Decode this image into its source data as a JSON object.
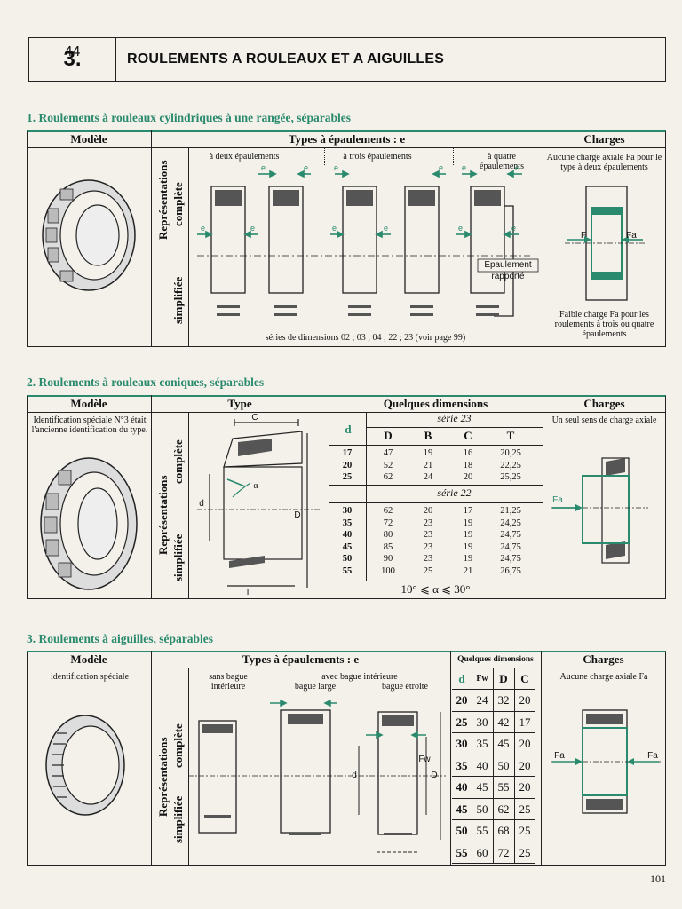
{
  "header": {
    "number_big": "3.",
    "number_small": "44",
    "title": "ROULEMENTS A ROULEAUX ET A AIGUILLES"
  },
  "section1": {
    "title": "1. Roulements à rouleaux cylindriques à une rangée, séparables",
    "col_model": "Modèle",
    "col_types": "Types à épaulements : e",
    "col_charges": "Charges",
    "rep_complete": "complète",
    "rep_representations": "Représentations",
    "rep_simplifiee": "simplifiée",
    "type_a": "à deux épaulements",
    "type_b": "à trois épaulements",
    "type_c": "à quatre épaulements",
    "epaulement_label": "Epaulement",
    "rapporte_label": "rapporté",
    "e_letter": "e",
    "series_note": "séries de dimensions 02 ; 03 ; 04 ; 22 ; 23 (voir page 99)",
    "charges_top": "Aucune charge axiale Fa pour le type à deux épaulements",
    "charges_bottom": "Faible charge Fa pour les roulements à trois ou quatre épaulements",
    "force_label": "F",
    "force_label_a": "Fa"
  },
  "section2": {
    "title": "2. Roulements à rouleaux coniques, séparables",
    "col_model": "Modèle",
    "col_type": "Type",
    "col_dims": "Quelques dimensions",
    "col_charges": "Charges",
    "model_note": "Identification spéciale N°3 était l'ancienne identification du type.",
    "serie23": "série 23",
    "serie22": "série 22",
    "col_d": "d",
    "headers": [
      "D",
      "B",
      "C",
      "T"
    ],
    "rows23": [
      [
        "17",
        "47",
        "19",
        "16",
        "20,25"
      ],
      [
        "20",
        "52",
        "21",
        "18",
        "22,25"
      ],
      [
        "25",
        "62",
        "24",
        "20",
        "25,25"
      ]
    ],
    "rows22": [
      [
        "30",
        "62",
        "20",
        "17",
        "21,25"
      ],
      [
        "35",
        "72",
        "23",
        "19",
        "24,25"
      ],
      [
        "40",
        "80",
        "23",
        "19",
        "24,75"
      ],
      [
        "45",
        "85",
        "23",
        "19",
        "24,75"
      ],
      [
        "50",
        "90",
        "23",
        "19",
        "24,75"
      ],
      [
        "55",
        "100",
        "25",
        "21",
        "26,75"
      ]
    ],
    "alpha_range": "10° ⩽ α ⩽ 30°",
    "charges_note": "Un seul sens de charge axiale",
    "dim_c": "C",
    "dim_d_small": "d",
    "dim_d_big": "D",
    "dim_t": "T",
    "dim_alpha": "α",
    "force_label": "Fa"
  },
  "section3": {
    "title": "3. Roulements à aiguilles, séparables",
    "col_model": "Modèle",
    "col_types": "Types à épaulements : e",
    "col_dims": "Quelques dimensions",
    "col_charges": "Charges",
    "model_note": "identification spéciale",
    "type_a": "sans bague intérieure",
    "type_b_top": "avec bague intérieure",
    "type_b1": "bague large",
    "type_b2": "bague étroite",
    "headers": [
      "d",
      "Fw",
      "D",
      "C"
    ],
    "rows": [
      [
        "20",
        "24",
        "32",
        "20"
      ],
      [
        "25",
        "30",
        "42",
        "17"
      ],
      [
        "30",
        "35",
        "45",
        "20"
      ],
      [
        "35",
        "40",
        "50",
        "20"
      ],
      [
        "40",
        "45",
        "55",
        "20"
      ],
      [
        "45",
        "50",
        "62",
        "25"
      ],
      [
        "50",
        "55",
        "68",
        "25"
      ],
      [
        "55",
        "60",
        "72",
        "25"
      ]
    ],
    "charges_note": "Aucune charge axiale Fa",
    "force_label": "Fa",
    "dim_d": "d",
    "dim_fw": "Fw",
    "dim_D": "D"
  },
  "page_number": "101",
  "colors": {
    "accent": "#2a8a6e",
    "ink": "#111111",
    "paper": "#f4f1ea"
  }
}
